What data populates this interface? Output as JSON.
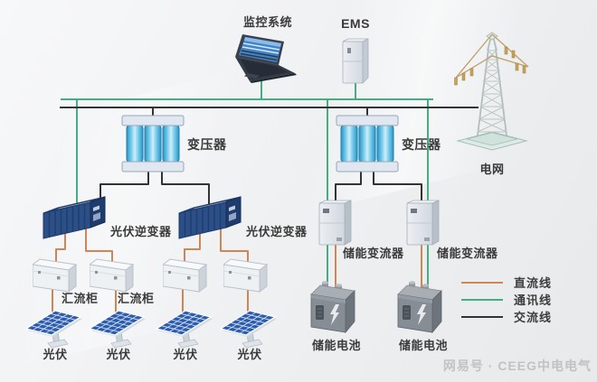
{
  "nodes": {
    "monitoring": "监控系统",
    "ems": "EMS",
    "transformer_left": "变压器",
    "transformer_right": "变压器",
    "grid": "电网",
    "pv_inverter_left": "光伏逆变器",
    "pv_inverter_right": "光伏逆变器",
    "combiner_1": "汇流柜",
    "combiner_2": "汇流柜",
    "pv_1": "光伏",
    "pv_2": "光伏",
    "pv_3": "光伏",
    "pv_4": "光伏",
    "storage_converter_1": "储能变流器",
    "storage_converter_2": "储能变流器",
    "battery_1": "储能电池",
    "battery_2": "储能电池"
  },
  "legend": {
    "items": [
      {
        "label": "直流线",
        "color": "#cf8655"
      },
      {
        "label": "通讯线",
        "color": "#45ad82"
      },
      {
        "label": "交流线",
        "color": "#333333"
      }
    ]
  },
  "line_colors": {
    "dc": "#cf8655",
    "comm": "#45ad82",
    "ac": "#333333"
  },
  "watermark": "网易号 · CEEG中电电气"
}
